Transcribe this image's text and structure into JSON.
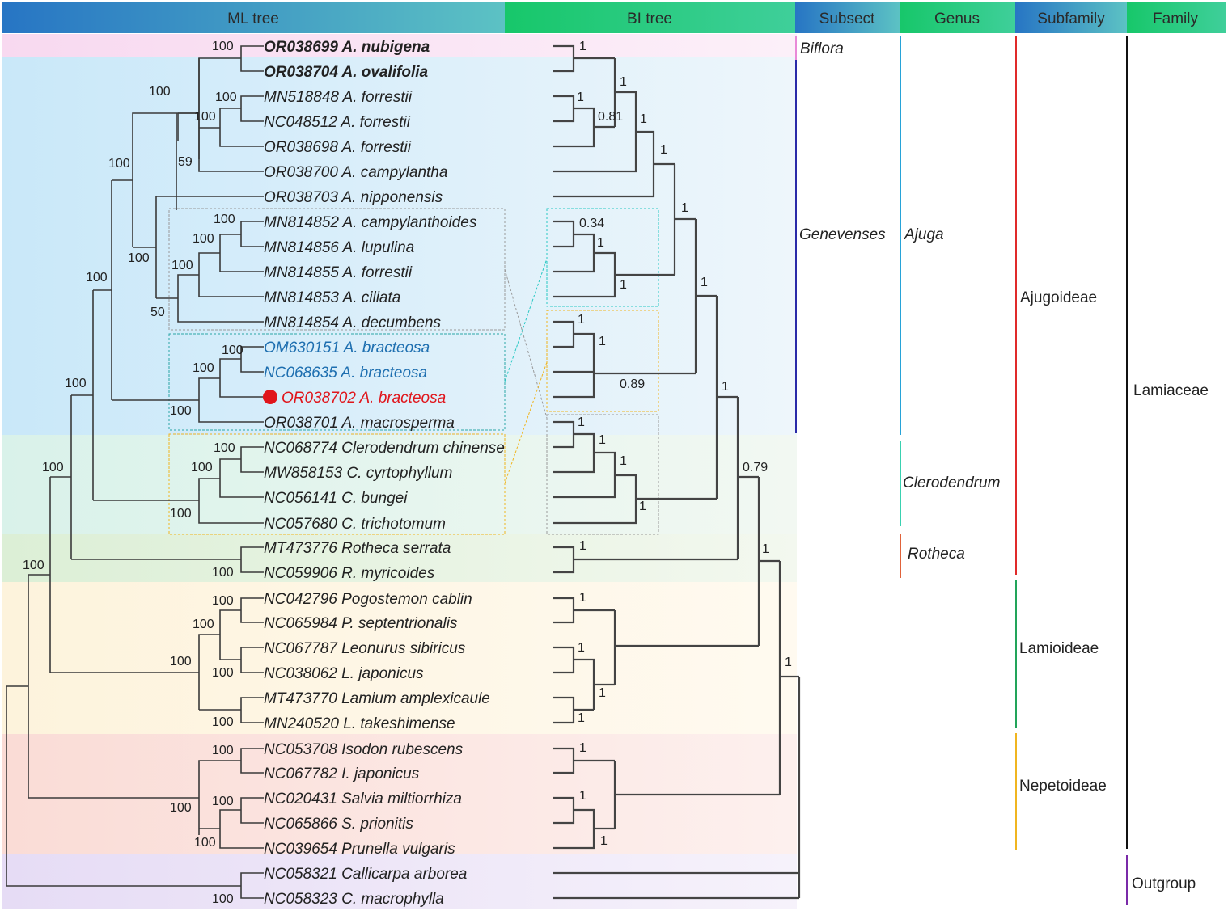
{
  "headers": {
    "ml_tree": "ML tree",
    "bi_tree": "BI tree",
    "subsect": "Subsect",
    "genus": "Genus",
    "subfamily": "Subfamily",
    "family": "Family"
  },
  "colors": {
    "ml_header": "#2a7fc7",
    "bi_header": "#1fc97a",
    "biflora_band": "#fbe3f4",
    "genevenses_band": "#d3ecfa",
    "clerodendrum_band": "#e2f5ee",
    "rotheca_band": "#e7f2e0",
    "lamioideae_band": "#fdf7e6",
    "nepetoideae_band": "#fbe3df",
    "outgroup_band": "#ece3f6",
    "ajuga_line": "#27a3d8",
    "clerodendrum_line": "#39d1b0",
    "rotheca_line": "#e0623a",
    "ajugoideae_line": "#e02a2a",
    "lamioideae_line": "#22a45a",
    "nepetoideae_line": "#f0b520",
    "outgroup_line": "#7a2aa8",
    "subsect_line": "#2a2aa8"
  },
  "taxa": [
    {
      "accession": "OR038699",
      "species": "A. nubigena",
      "style": "bold"
    },
    {
      "accession": "OR038704",
      "species": "A. ovalifolia",
      "style": "bold"
    },
    {
      "accession": "MN518848",
      "species": "A. forrestii",
      "style": ""
    },
    {
      "accession": "NC048512",
      "species": "A. forrestii",
      "style": ""
    },
    {
      "accession": "OR038698",
      "species": "A. forrestii",
      "style": ""
    },
    {
      "accession": "OR038700",
      "species": "A. campylantha",
      "style": ""
    },
    {
      "accession": "OR038703",
      "species": "A. nipponensis",
      "style": ""
    },
    {
      "accession": "MN814852",
      "species": "A. campylanthoides",
      "style": ""
    },
    {
      "accession": "MN814856",
      "species": "A. lupulina",
      "style": ""
    },
    {
      "accession": "MN814855",
      "species": "A. forrestii",
      "style": ""
    },
    {
      "accession": "MN814853",
      "species": "A. ciliata",
      "style": ""
    },
    {
      "accession": "MN814854",
      "species": "A. decumbens",
      "style": ""
    },
    {
      "accession": "OM630151",
      "species": "A. bracteosa",
      "style": "blue"
    },
    {
      "accession": "NC068635",
      "species": "A. bracteosa",
      "style": "blue"
    },
    {
      "accession": "OR038702",
      "species": "A. bracteosa",
      "style": "red"
    },
    {
      "accession": "OR038701",
      "species": "A. macrosperma",
      "style": ""
    },
    {
      "accession": "NC068774",
      "species": "Clerodendrum chinense",
      "style": ""
    },
    {
      "accession": "MW858153",
      "species": "C. cyrtophyllum",
      "style": ""
    },
    {
      "accession": "NC056141",
      "species": "C. bungei",
      "style": ""
    },
    {
      "accession": "NC057680",
      "species": "C. trichotomum",
      "style": ""
    },
    {
      "accession": "MT473776",
      "species": "Rotheca serrata",
      "style": ""
    },
    {
      "accession": "NC059906",
      "species": "R. myricoides",
      "style": ""
    },
    {
      "accession": "NC042796",
      "species": "Pogostemon cablin",
      "style": ""
    },
    {
      "accession": "NC065984",
      "species": "P. septentrionalis",
      "style": ""
    },
    {
      "accession": "NC067787",
      "species": "Leonurus sibiricus",
      "style": ""
    },
    {
      "accession": "NC038062",
      "species": "L. japonicus",
      "style": ""
    },
    {
      "accession": "MT473770",
      "species": "Lamium amplexicaule",
      "style": ""
    },
    {
      "accession": "MN240520",
      "species": "L. takeshimense",
      "style": ""
    },
    {
      "accession": "NC053708",
      "species": "Isodon rubescens",
      "style": ""
    },
    {
      "accession": "NC067782",
      "species": "I. japonicus",
      "style": ""
    },
    {
      "accession": "NC020431",
      "species": "Salvia miltiorrhiza",
      "style": ""
    },
    {
      "accession": "NC065866",
      "species": "S. prionitis",
      "style": ""
    },
    {
      "accession": "NC039654",
      "species": "Prunella vulgaris",
      "style": ""
    },
    {
      "accession": "NC058321",
      "species": "Callicarpa arborea",
      "style": ""
    },
    {
      "accession": "NC058323",
      "species": "C. macrophylla",
      "style": ""
    }
  ],
  "ml_support": [
    "100",
    "100",
    "100",
    "100",
    "59",
    "100",
    "100",
    "100",
    "100",
    "100",
    "100",
    "50",
    "100",
    "100",
    "100",
    "100",
    "100",
    "100",
    "100",
    "100",
    "100",
    "100",
    "100",
    "100",
    "100",
    "100",
    "100",
    "100",
    "100",
    "100",
    "100",
    "100",
    "100",
    "100"
  ],
  "bi_support": [
    "1",
    "1",
    "1",
    "0.81",
    "1",
    "1",
    "1",
    "0.34",
    "1",
    "1",
    "1",
    "1",
    "1",
    "0.89",
    "1",
    "1",
    "1",
    "1",
    "1",
    "0.79",
    "1",
    "1",
    "1",
    "1",
    "1",
    "1",
    "1",
    "1",
    "1",
    "1",
    "1",
    "1"
  ],
  "subsect": {
    "biflora": "Biflora",
    "genevenses": "Genevenses"
  },
  "genus": {
    "ajuga": "Ajuga",
    "clerodendrum": "Clerodendrum",
    "rotheca": "Rotheca"
  },
  "subfamily": {
    "ajugoideae": "Ajugoideae",
    "lamioideae": "Lamioideae",
    "nepetoideae": "Nepetoideae"
  },
  "family": {
    "lamiaceae": "Lamiaceae",
    "outgroup": "Outgroup"
  }
}
